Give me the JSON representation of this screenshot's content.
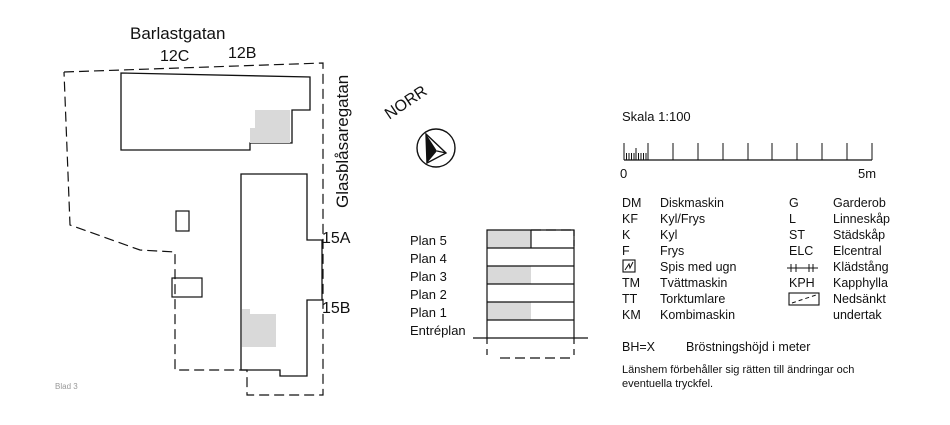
{
  "site": {
    "street_top": "Barlastgatan",
    "street_right": "Glasblåsaregatan",
    "building_12c": "12C",
    "building_12b": "12B",
    "building_15a": "15A",
    "building_15b": "15B",
    "north_label": "NORR",
    "sheet_label": "Blad 3"
  },
  "scale": {
    "title": "Skala 1:100",
    "start_label": "0",
    "end_label": "5m"
  },
  "floors": {
    "items": [
      "Plan 5",
      "Plan 4",
      "Plan 3",
      "Plan 2",
      "Plan 1",
      "Entréplan"
    ],
    "highlighted": [
      "Plan 5",
      "Plan 3",
      "Plan 1"
    ]
  },
  "legend": {
    "left": [
      {
        "code": "DM",
        "label": "Diskmaskin"
      },
      {
        "code": "KF",
        "label": "Kyl/Frys"
      },
      {
        "code": "K",
        "label": "Kyl"
      },
      {
        "code": "F",
        "label": "Frys"
      },
      {
        "code": "",
        "label": "Spis med ugn"
      },
      {
        "code": "TM",
        "label": "Tvättmaskin"
      },
      {
        "code": "TT",
        "label": "Torktumlare"
      },
      {
        "code": "KM",
        "label": "Kombimaskin"
      }
    ],
    "right": [
      {
        "code": "G",
        "label": "Garderob"
      },
      {
        "code": "L",
        "label": "Linneskåp"
      },
      {
        "code": "ST",
        "label": "Städskåp"
      },
      {
        "code": "ELC",
        "label": "Elcentral"
      },
      {
        "code": "",
        "label": "Klädstång"
      },
      {
        "code": "KPH",
        "label": "Kapphylla"
      },
      {
        "code": "",
        "label": "Nedsänkt"
      },
      {
        "code": "",
        "label": "undertak"
      }
    ],
    "bh_code": "BH=X",
    "bh_label": "Bröstningshöjd i meter",
    "disclaimer_line1": "Länshem förbehåller sig rätten till ändringar och",
    "disclaimer_line2": "eventuella tryckfel."
  },
  "colors": {
    "line": "#111111",
    "highlight": "#d9d9d9"
  }
}
